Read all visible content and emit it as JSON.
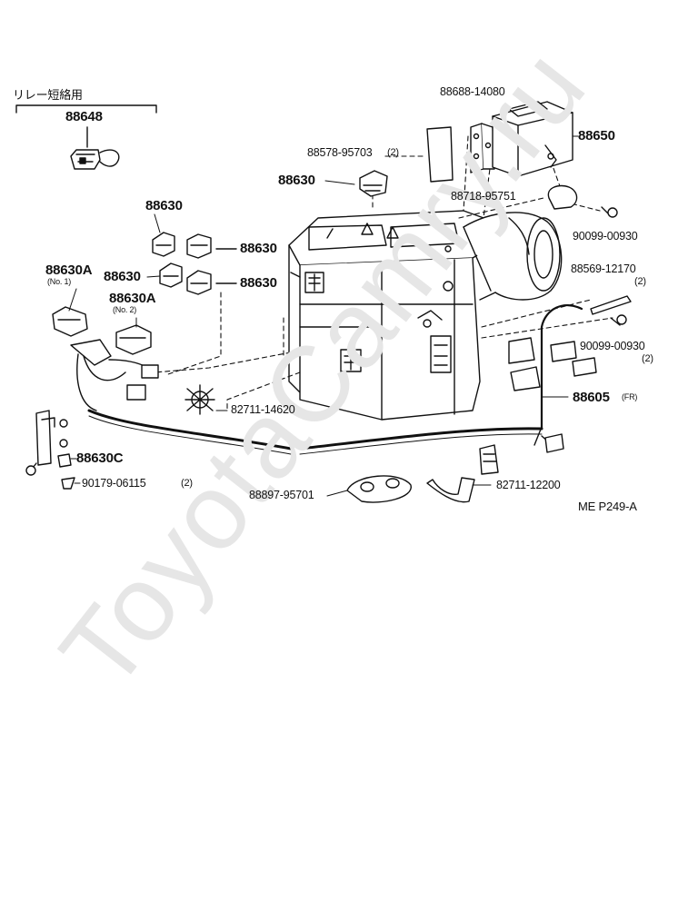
{
  "header": {
    "relay_title": "リレー短絡用",
    "relay_part": "88648"
  },
  "parts": {
    "p88688": "88688-14080",
    "p88650": "88650",
    "p88578": "88578-95703",
    "p88578_qty": "(2)",
    "p88630_a": "88630",
    "p88718": "88718-95751",
    "p88630_b": "88630",
    "p90099_a": "90099-00930",
    "p88630_c": "88630",
    "p88630A_1": "88630A",
    "p88630A_1_note": "(No. 1)",
    "p88630_d": "88630",
    "p88630_e": "88630",
    "p88569": "88569-12170",
    "p88569_qty": "(2)",
    "p88630A_2": "88630A",
    "p88630A_2_note": "(No. 2)",
    "p90099_b": "90099-00930",
    "p90099_b_qty": "(2)",
    "p82711_a": "82711-14620",
    "p88605": "88605",
    "p88605_note": "(FR)",
    "p88630C": "88630C",
    "p90179": "90179-06115",
    "p90179_qty": "(2)",
    "p82711_b": "82711-12200",
    "p88897": "88897-95701",
    "ref_code": "ME P249-A"
  },
  "watermark": "ToyotaCamry.ru"
}
